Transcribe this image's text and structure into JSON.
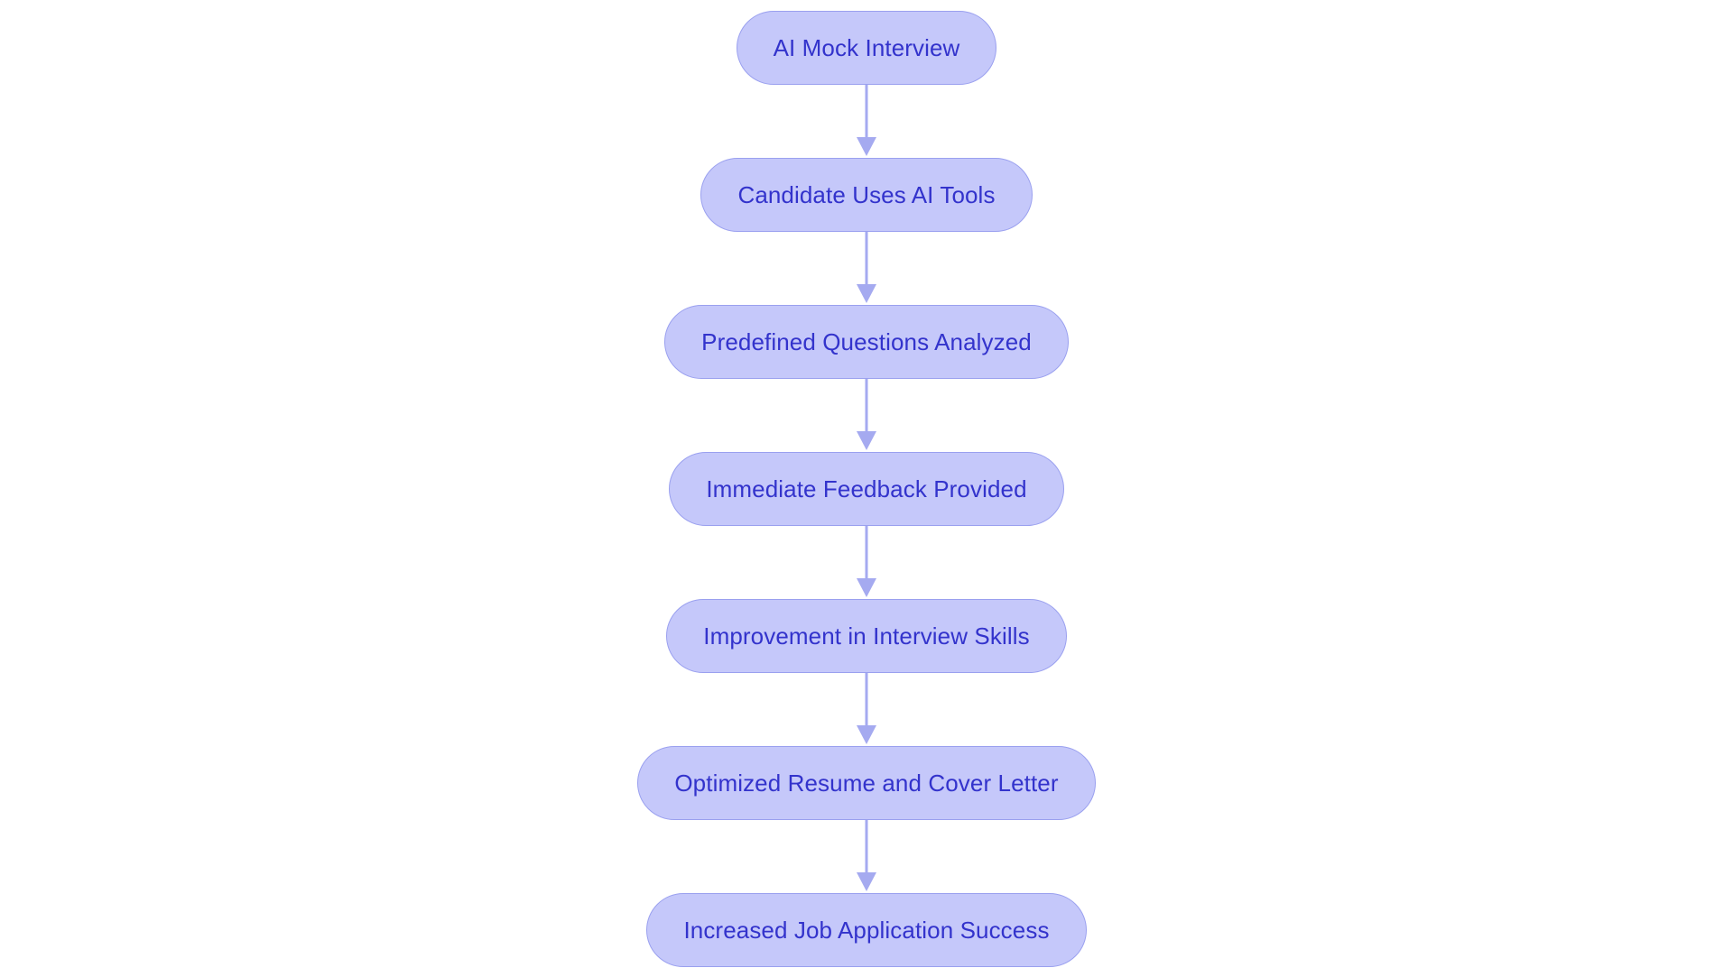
{
  "diagram": {
    "type": "flowchart",
    "orientation": "vertical-top-to-bottom",
    "background_color": "#ffffff",
    "node_fill_color": "#c5c8fa",
    "node_border_color": "#9aa0ef",
    "node_text_color": "#3333cc",
    "connector_color": "#a5aaf0",
    "node_shape": "pill",
    "nodes": [
      {
        "id": "n1",
        "label": "AI Mock Interview"
      },
      {
        "id": "n2",
        "label": "Candidate Uses AI Tools"
      },
      {
        "id": "n3",
        "label": "Predefined Questions Analyzed"
      },
      {
        "id": "n4",
        "label": "Immediate Feedback Provided"
      },
      {
        "id": "n5",
        "label": "Improvement in Interview Skills"
      },
      {
        "id": "n6",
        "label": "Optimized Resume and Cover Letter"
      },
      {
        "id": "n7",
        "label": "Increased Job Application Success"
      }
    ],
    "edges": [
      {
        "from": "n1",
        "to": "n2",
        "label": "",
        "arrow": "arrow-down-icon"
      },
      {
        "from": "n2",
        "to": "n3",
        "label": "",
        "arrow": "arrow-down-icon"
      },
      {
        "from": "n3",
        "to": "n4",
        "label": "",
        "arrow": "arrow-down-icon"
      },
      {
        "from": "n4",
        "to": "n5",
        "label": "",
        "arrow": "arrow-down-icon"
      },
      {
        "from": "n5",
        "to": "n6",
        "label": "",
        "arrow": "arrow-down-icon"
      },
      {
        "from": "n6",
        "to": "n7",
        "label": "",
        "arrow": "arrow-down-icon"
      }
    ]
  }
}
